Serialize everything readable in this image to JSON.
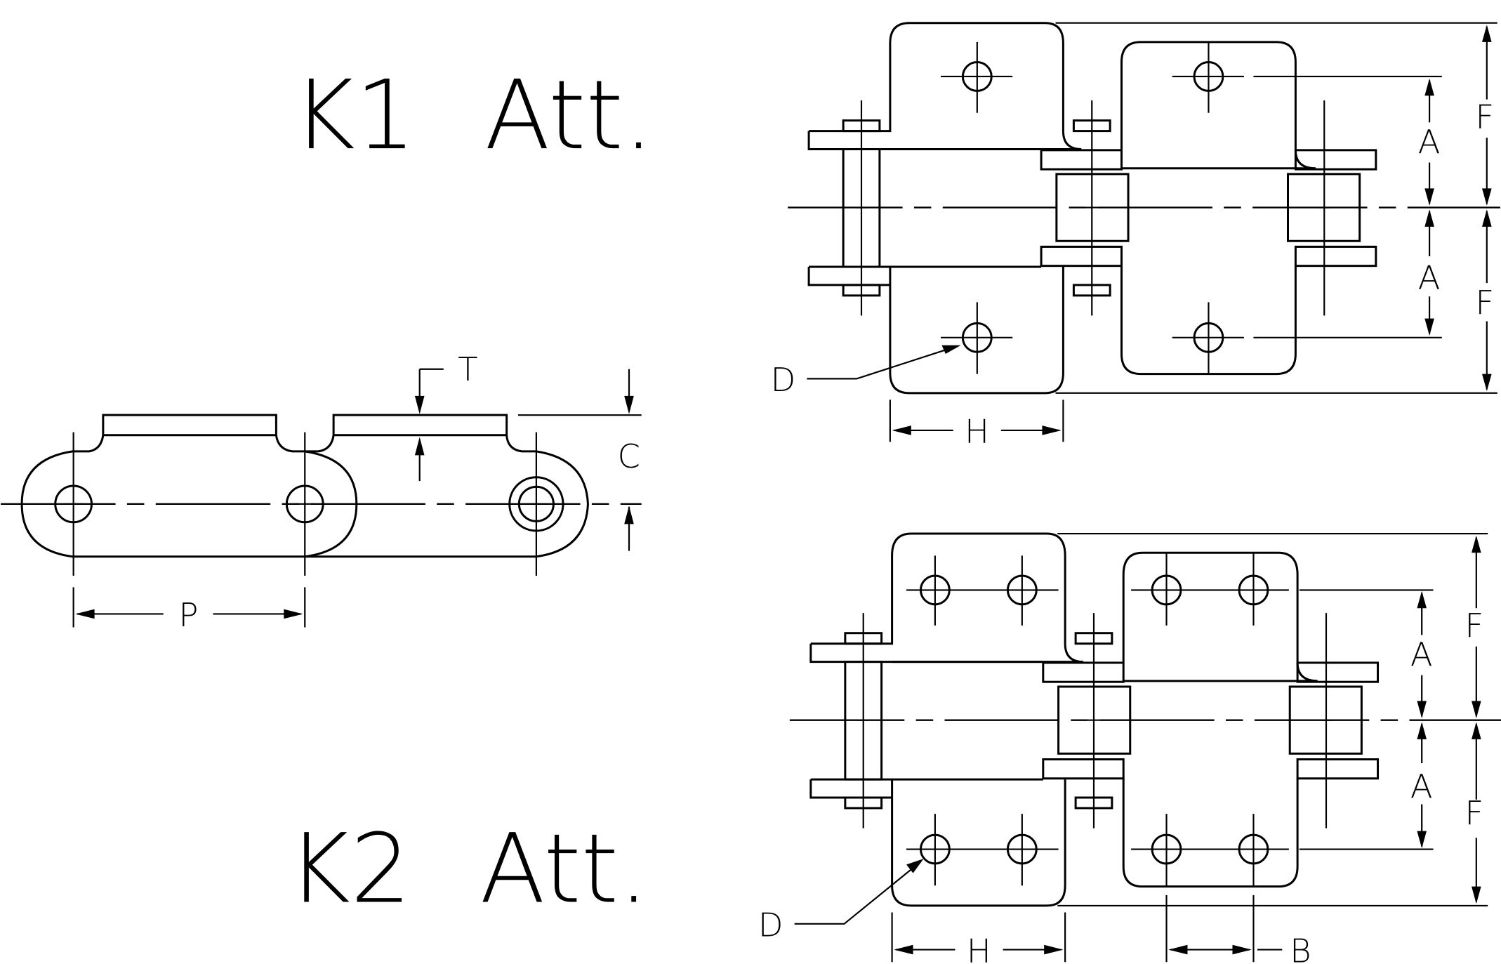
{
  "titles": {
    "k1": "K1 Att.",
    "k2": "K2 Att."
  },
  "side_view": {
    "labels": {
      "pitch": "P",
      "thickness": "T",
      "height": "C"
    }
  },
  "k1_view": {
    "labels": {
      "hole": "D",
      "width": "H",
      "center_a_top": "A",
      "center_a_bottom": "A",
      "outer_f_top": "F",
      "outer_f_bottom": "F"
    }
  },
  "k2_view": {
    "labels": {
      "hole": "D",
      "width": "H",
      "hole_spacing": "B",
      "center_a_top": "A",
      "center_a_bottom": "A",
      "outer_f_top": "F",
      "outer_f_bottom": "F"
    }
  },
  "colors": {
    "line": "#000000",
    "background": "#ffffff"
  }
}
